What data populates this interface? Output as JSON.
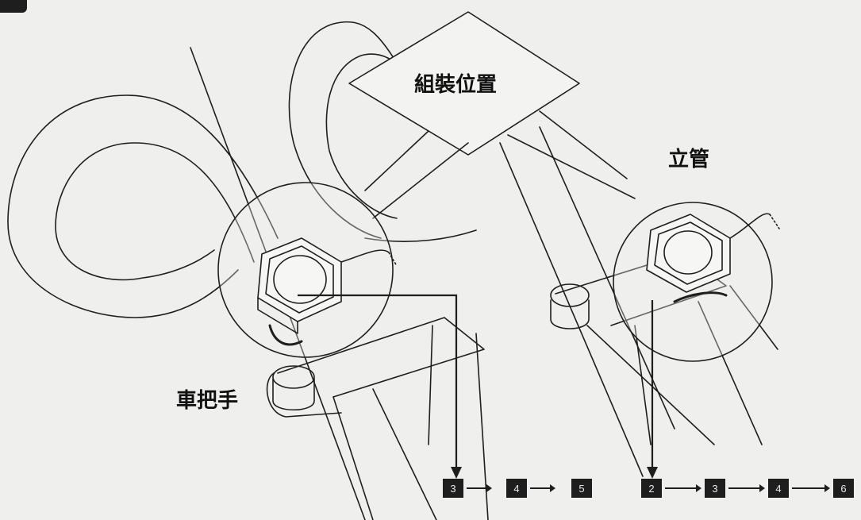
{
  "labels": {
    "mount_position": "組裝位置",
    "stem": "立管",
    "handlebar": "車把手"
  },
  "sequence_left": [
    "3",
    "4",
    "5"
  ],
  "sequence_right": [
    "2",
    "3",
    "4",
    "6"
  ],
  "colors": {
    "line": "#1e1e1e",
    "background": "#efefed",
    "step_box": "#1e1e1e"
  }
}
